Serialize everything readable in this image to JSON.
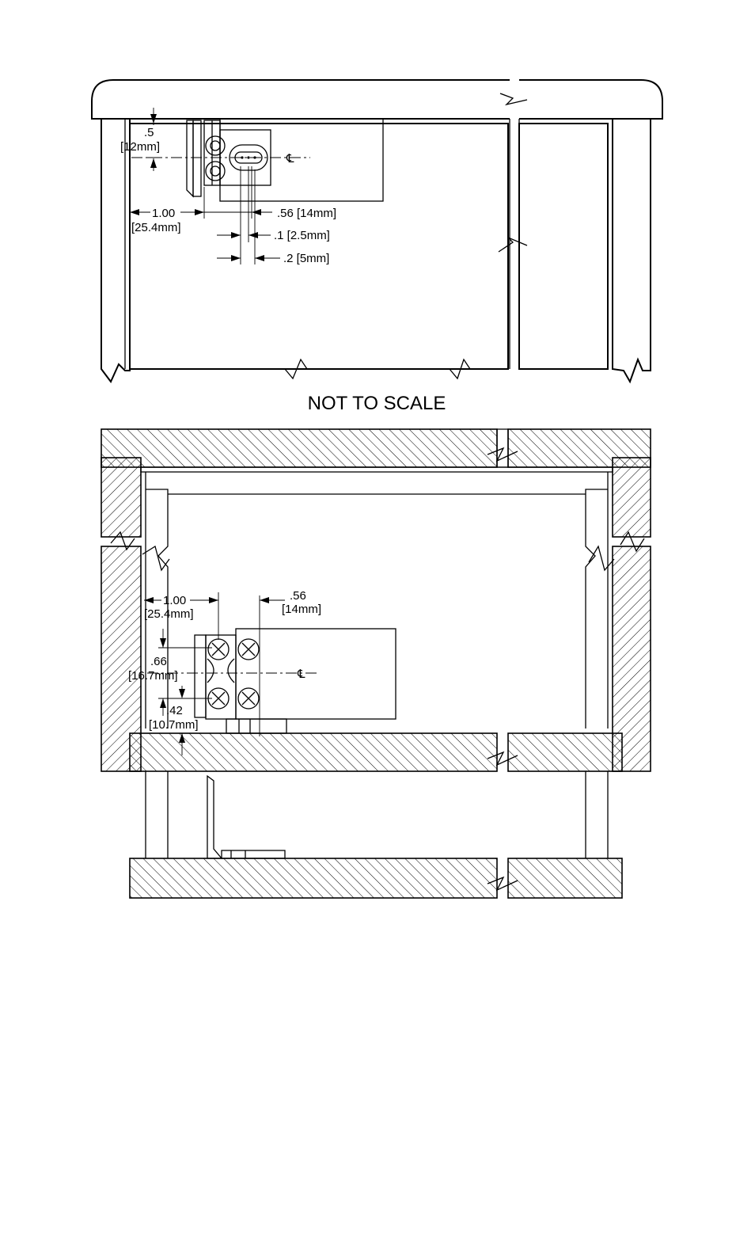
{
  "note": "NOT TO SCALE",
  "top_view": {
    "dim_height": ".5",
    "dim_height_mm": "[12mm]",
    "dim_offset": "1.00",
    "dim_offset_mm": "[25.4mm]",
    "dim_center": ".56 [14mm]",
    "dim_small": ".1 [2.5mm]",
    "dim_slot": ".2 [5mm]",
    "centerline": "℄"
  },
  "bottom_view": {
    "dim_offset": "1.00",
    "dim_offset_mm": "[25.4mm]",
    "dim_center": ".56",
    "dim_center_mm": "[14mm]",
    "dim_screw": ".66",
    "dim_screw_mm": "[16.7mm]",
    "dim_edge": ".42",
    "dim_edge_mm": "[10.7mm]",
    "centerline": "℄"
  }
}
